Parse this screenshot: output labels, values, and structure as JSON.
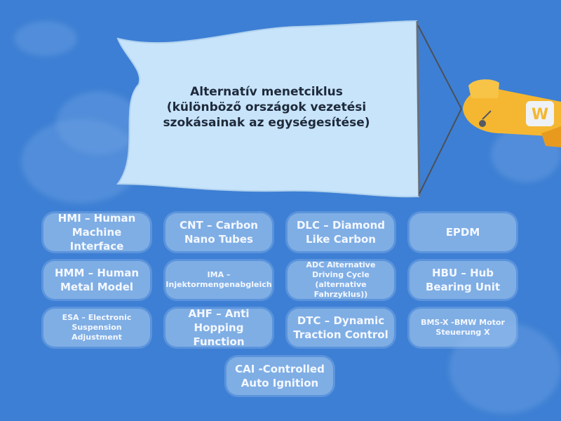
{
  "banner": {
    "line1": "Alternatív menetciklus",
    "line2": "(különböző országok vezetési",
    "line3": "szokásainak az egységesítése)"
  },
  "plane": {
    "logo": "W",
    "icon": "airplane-icon"
  },
  "colors": {
    "sky": "#3d7fd4",
    "banner": "#c7e4fb",
    "plane": "#f5b731",
    "tile": "#96bee8"
  },
  "tiles": [
    {
      "label": "HMI – Human Machine Interface",
      "size": "lg"
    },
    {
      "label": "CNT – Carbon Nano Tubes",
      "size": "lg"
    },
    {
      "label": "DLC – Diamond Like Carbon",
      "size": "lg"
    },
    {
      "label": "EPDM",
      "size": "lg"
    },
    {
      "label": "HMM – Human Metal Model",
      "size": "lg"
    },
    {
      "label": "IMA – Injektormengenabgleich",
      "size": "sm"
    },
    {
      "label": "ADC Alternative Driving Cycle (alternative Fahrzyklus))",
      "size": "sm"
    },
    {
      "label": "HBU – Hub Bearing Unit",
      "size": "lg"
    },
    {
      "label": "ESA – Electronic Suspension Adjustment",
      "size": "sm"
    },
    {
      "label": "AHF – Anti Hopping Function",
      "size": "lg"
    },
    {
      "label": "DTC – Dynamic Traction Control",
      "size": "lg"
    },
    {
      "label": "BMS-X -BMW Motor Steuerung X",
      "size": "sm"
    },
    {
      "label": "CAI -Controlled Auto Ignition",
      "size": "lg"
    }
  ]
}
